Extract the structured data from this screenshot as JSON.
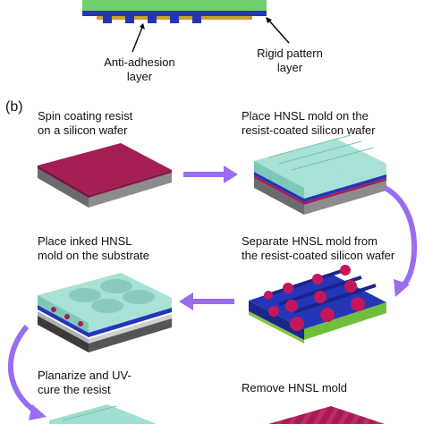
{
  "panel_a": {
    "labels": {
      "anti_adhesion_line1": "Anti-adhesion",
      "anti_adhesion_line2": "layer",
      "rigid_pattern_line1": "Rigid pattern",
      "rigid_pattern_line2": "layer"
    }
  },
  "panel_b": {
    "panel_label": "(b)",
    "steps": [
      {
        "line1": "Spin coating resist",
        "line2": "on a silicon wafer"
      },
      {
        "line1": "Place HNSL mold on the",
        "line2": "resist-coated silicon wafer"
      },
      {
        "line1": "Place inked HNSL",
        "line2": "mold on the substrate"
      },
      {
        "line1": "Separate HNSL mold from",
        "line2": "the resist-coated silicon wafer"
      },
      {
        "line1": "Planarize and UV-",
        "line2": "cure the resist"
      },
      {
        "line1": "Remove HNSL mold",
        "line2": ""
      }
    ]
  },
  "colors": {
    "resist": "#a51d55",
    "mold_green": "#6fcf6a",
    "mold_glass": "#8fd6c8",
    "wafer_gray": "#8c8c8c",
    "pattern_blue": "#2535b8",
    "substrate_green": "#8bc34a",
    "arrow_purple": "#9a6cf0"
  }
}
